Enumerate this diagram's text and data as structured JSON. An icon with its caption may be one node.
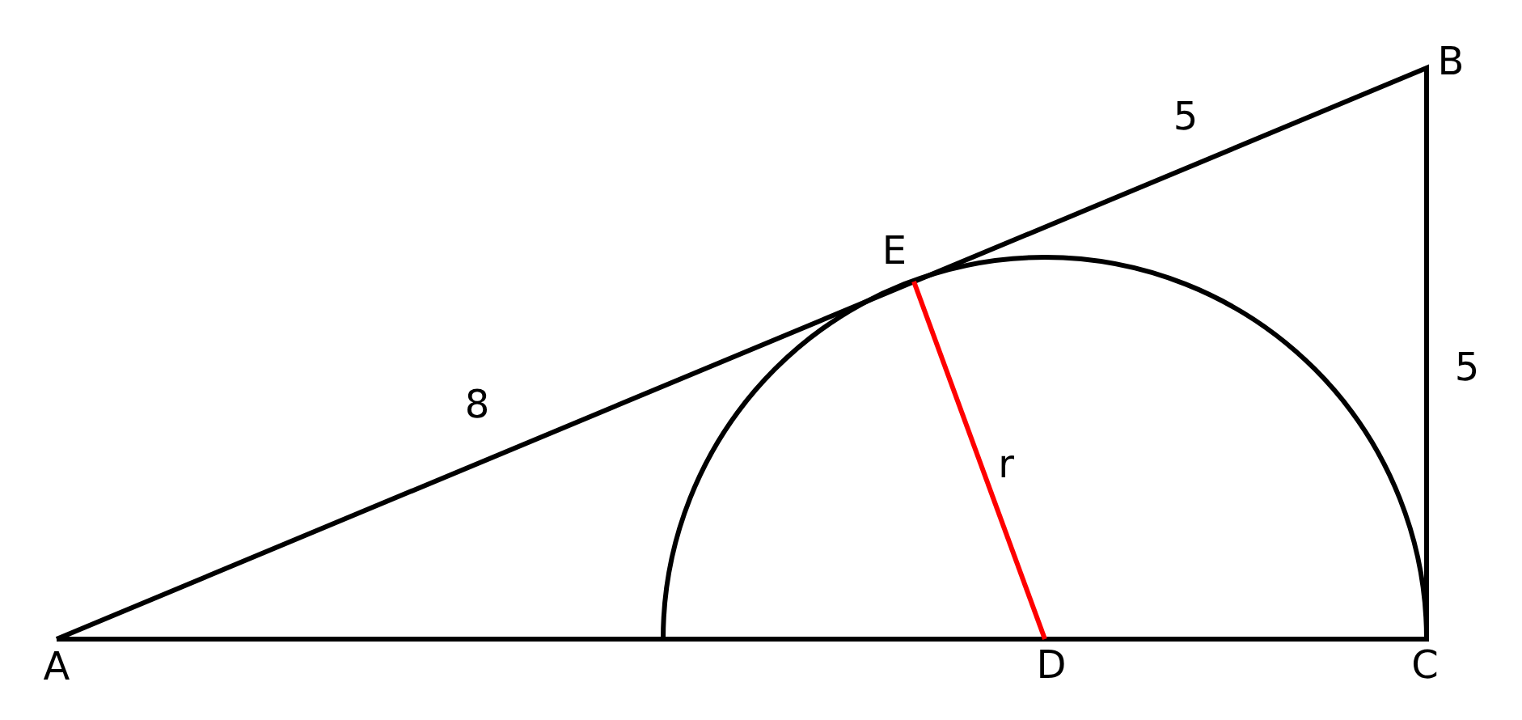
{
  "diagram": {
    "labels": [
      "B",
      "5",
      "E",
      "8",
      "5",
      "r",
      "A",
      "D",
      "C"
    ]
  }
}
